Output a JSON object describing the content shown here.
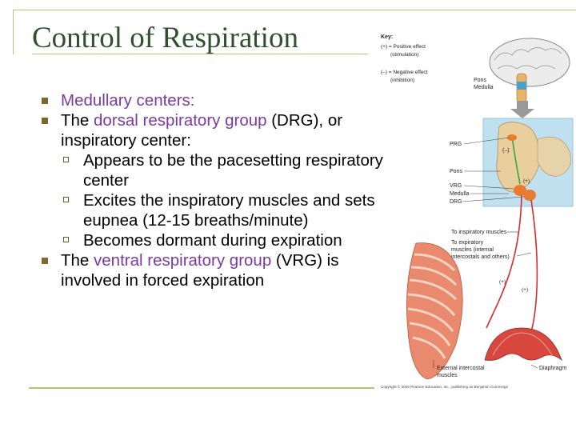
{
  "slide": {
    "title": "Control of Respiration",
    "bullets": {
      "b1": "Medullary centers:",
      "b2_pre": "The ",
      "b2_term": "dorsal respiratory group",
      "b2_post": " (DRG), or inspiratory center:",
      "sub1": "Appears to be the pacesetting respiratory center",
      "sub2": "Excites the inspiratory muscles and sets eupnea (12-15 breaths/minute)",
      "sub3": "Becomes dormant during expiration",
      "b3_pre": "The ",
      "b3_term": "ventral respiratory group",
      "b3_post": " (VRG) is involved in forced expiration"
    }
  },
  "figure": {
    "key_title": "Key:",
    "key_plus": "(+) = Positive effect",
    "key_plus_2": "(stimulation)",
    "key_minus": "(–) = Negative effect",
    "key_minus_2": "(inhibition)",
    "pons_medulla_1": "Pons",
    "pons_medulla_2": "Medulla",
    "prg": "PRG",
    "pons": "Pons",
    "vrg": "VRG",
    "medulla": "Medulla",
    "drg": "DRG",
    "minus_sign": "(–)",
    "plus_sign_1": "(+)",
    "to_insp": "To inspiratory muscles",
    "to_exp_1": "To expiratory",
    "to_exp_2": "muscles (internal",
    "to_exp_3": "intercostals and others)",
    "plus_sign_2": "(+)",
    "plus_sign_3": "(+)",
    "ext_int_1": "External intercostal",
    "ext_int_2": "muscles",
    "diaphragm": "Diaphragm",
    "copyright": "Copyright © 2004 Pearson Education, Inc., publishing as Benjamin Cummings"
  },
  "colors": {
    "title": "#2f4f2f",
    "frame": "#c9b873",
    "accent_blue": "#3a49b8",
    "accent_purple": "#7a3aa0",
    "nerve": "#d92b2b",
    "green_path": "#3aa34a"
  }
}
